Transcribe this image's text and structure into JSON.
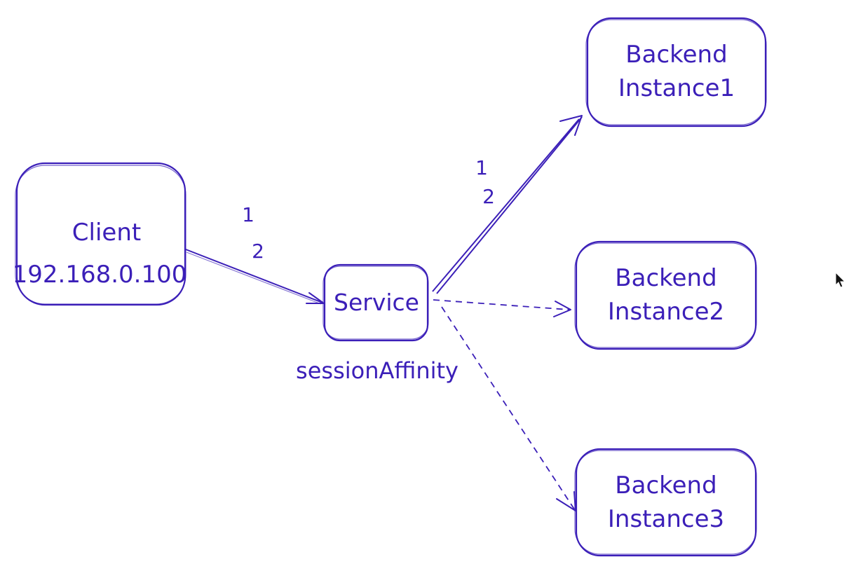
{
  "colors": {
    "stroke": "#3b1fb8",
    "background": "#ffffff"
  },
  "nodes": {
    "client": {
      "line1": "Client",
      "line2": "192.168.0.100"
    },
    "service": {
      "label": "Service",
      "caption": "sessionAffinity"
    },
    "backend1": {
      "line1": "Backend",
      "line2": "Instance1"
    },
    "backend2": {
      "line1": "Backend",
      "line2": "Instance2"
    },
    "backend3": {
      "line1": "Backend",
      "line2": "Instance3"
    }
  },
  "edges": {
    "client_to_service": {
      "label1": "1",
      "label2": "2",
      "style": "solid"
    },
    "service_to_backend1": {
      "label1": "1",
      "label2": "2",
      "style": "double"
    },
    "service_to_backend2": {
      "style": "dashed"
    },
    "service_to_backend3": {
      "style": "dashed"
    }
  },
  "cursor": {
    "icon": "mouse-pointer-icon"
  }
}
